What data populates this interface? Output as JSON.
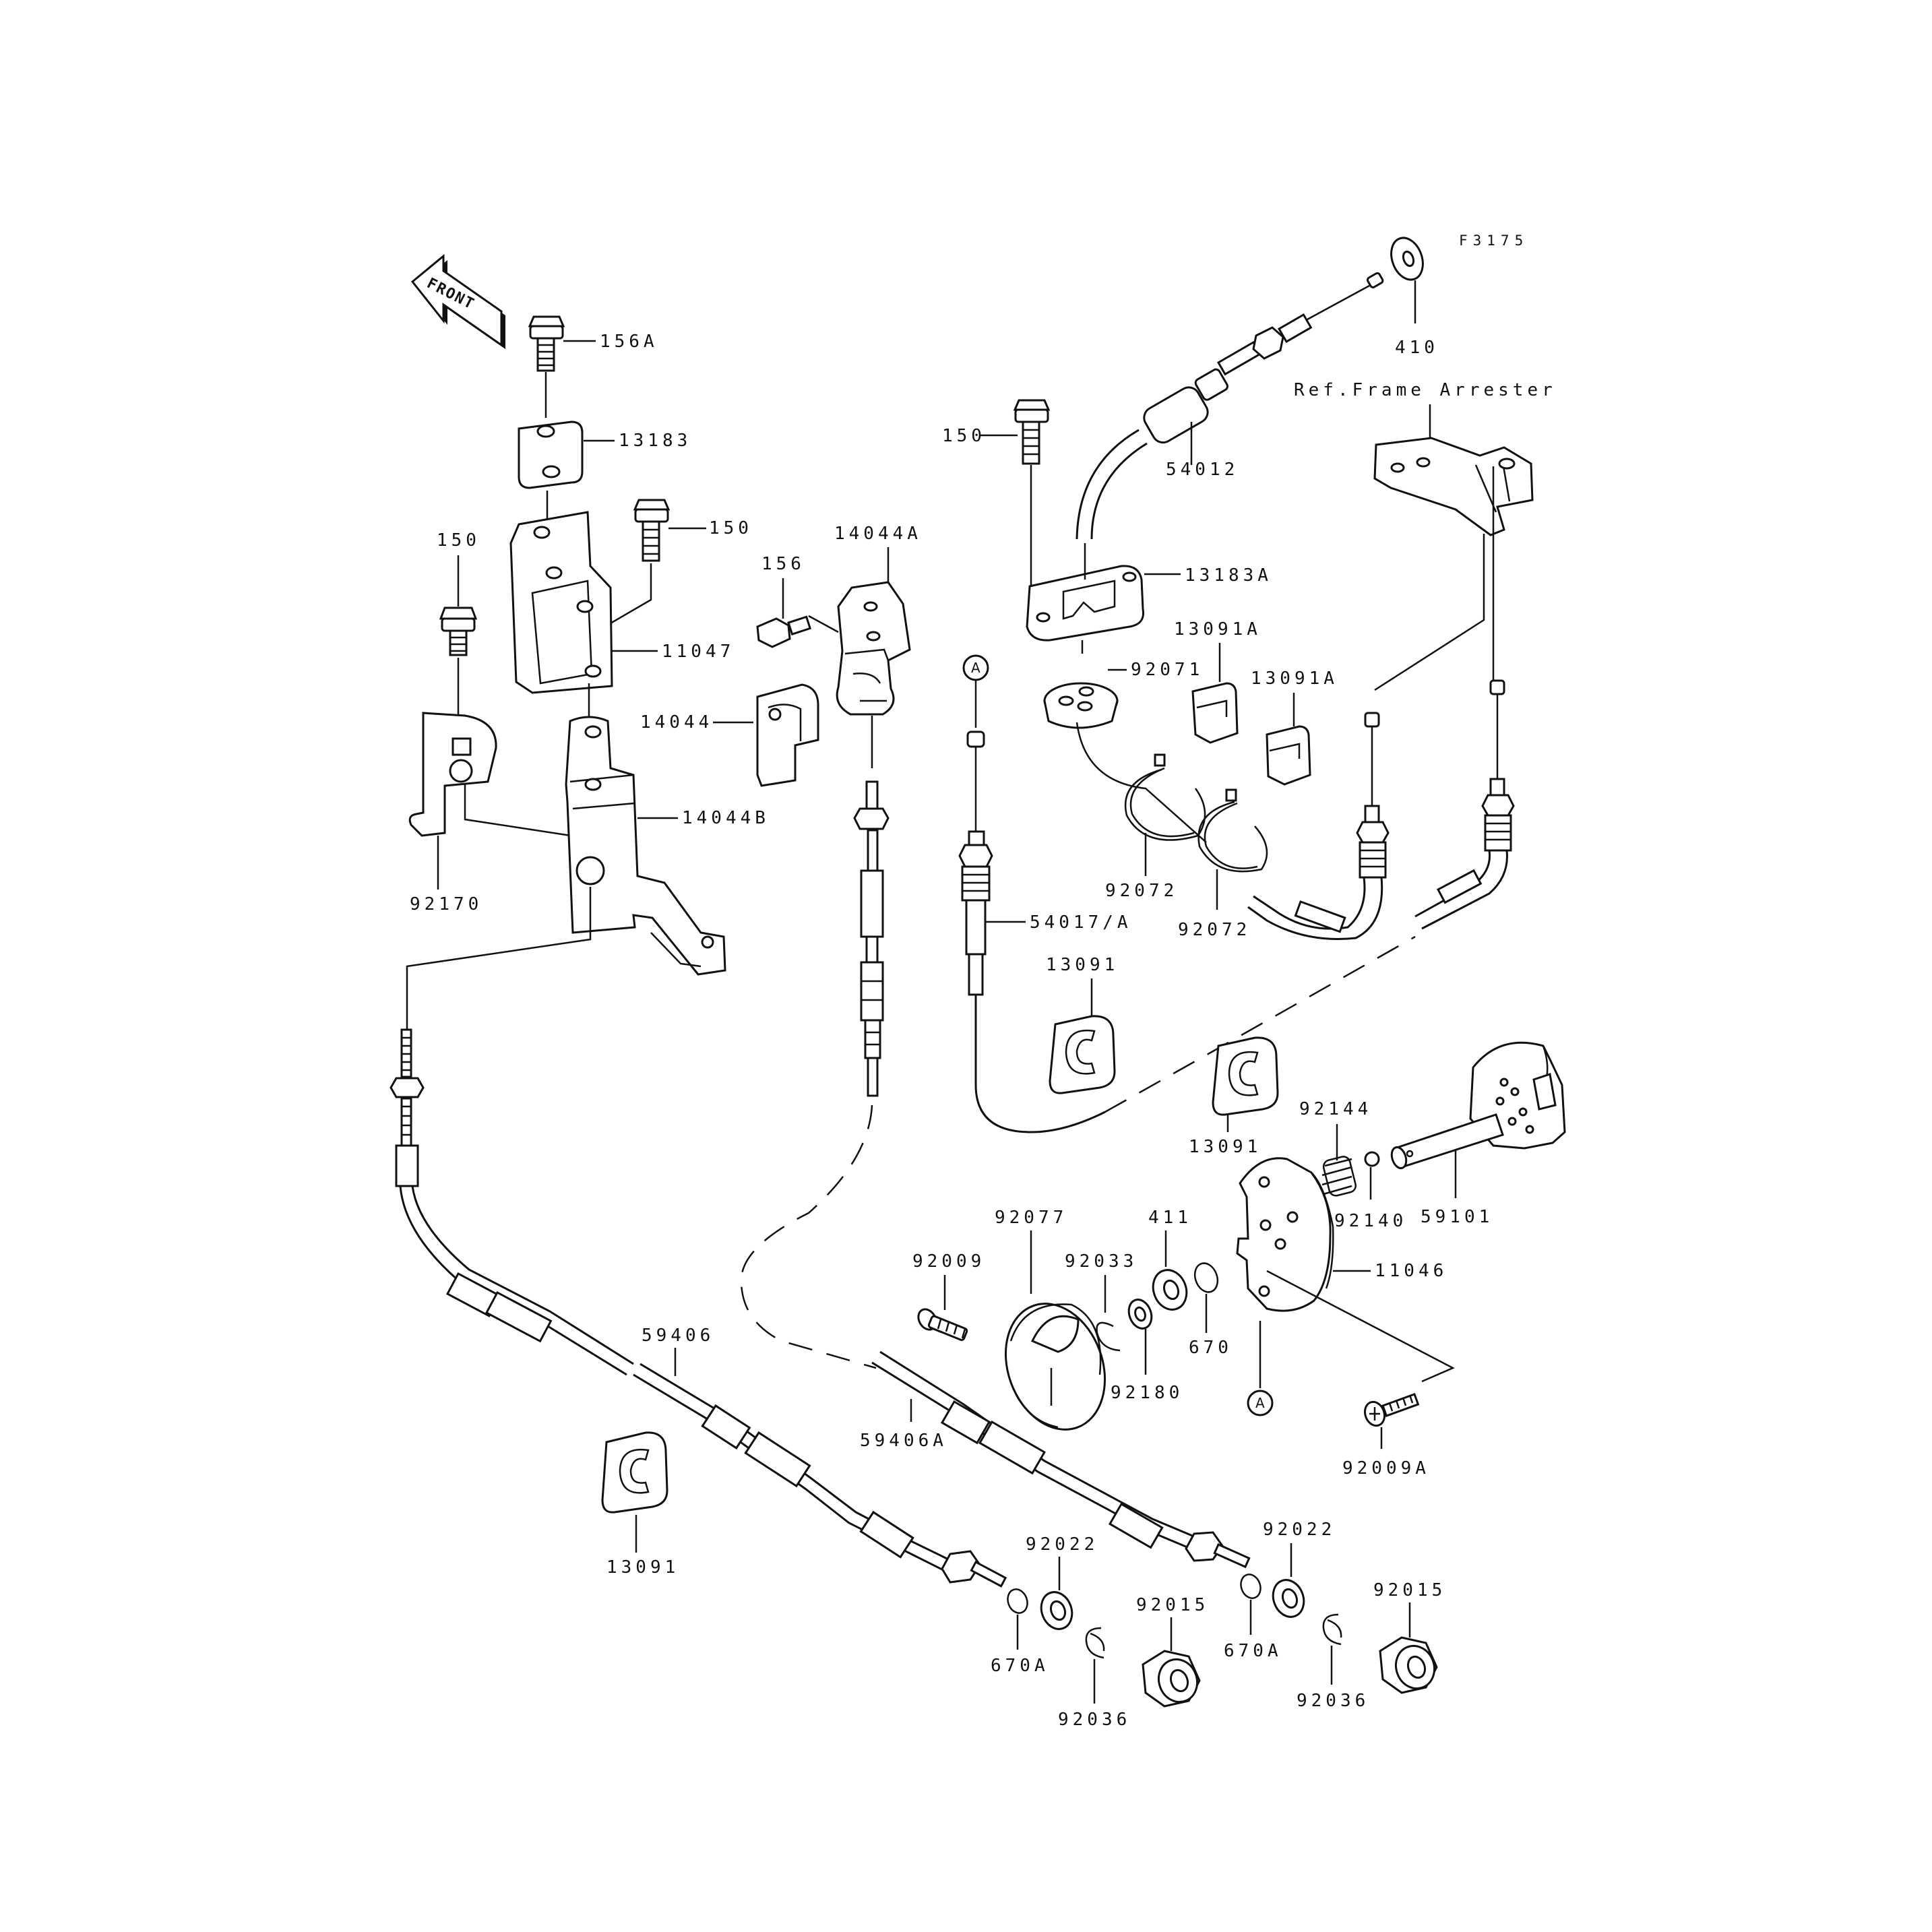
{
  "figure_code": "F3175",
  "front_arrow": "FRONT",
  "reference_note": "Ref.Frame Arrester",
  "circle_marker": "A",
  "labels": {
    "p156A": "156A",
    "p13183": "13183",
    "p150_a": "150",
    "p150_b": "150",
    "p150_c": "150",
    "p11047": "11047",
    "p14044B": "14044B",
    "p92170": "92170",
    "p14044A": "14044A",
    "p156": "156",
    "p14044": "14044",
    "p54012": "54012",
    "p410": "410",
    "p13183A": "13183A",
    "p92071": "92071",
    "p13091A_a": "13091A",
    "p13091A_b": "13091A",
    "p92072_a": "92072",
    "p92072_b": "92072",
    "p54017A": "54017/A",
    "p13091_a": "13091",
    "p13091_b": "13091",
    "p13091_c": "13091",
    "p92144": "92144",
    "p92140": "92140",
    "p59101": "59101",
    "p411": "411",
    "p92077": "92077",
    "p92009": "92009",
    "p92033": "92033",
    "p670": "670",
    "p11046": "11046",
    "p92180": "92180",
    "p92009A": "92009A",
    "p59406": "59406",
    "p59406A": "59406A",
    "p92022_a": "92022",
    "p92022_b": "92022",
    "p92015_a": "92015",
    "p92015_b": "92015",
    "p670A_a": "670A",
    "p670A_b": "670A",
    "p92036_a": "92036",
    "p92036_b": "92036"
  }
}
